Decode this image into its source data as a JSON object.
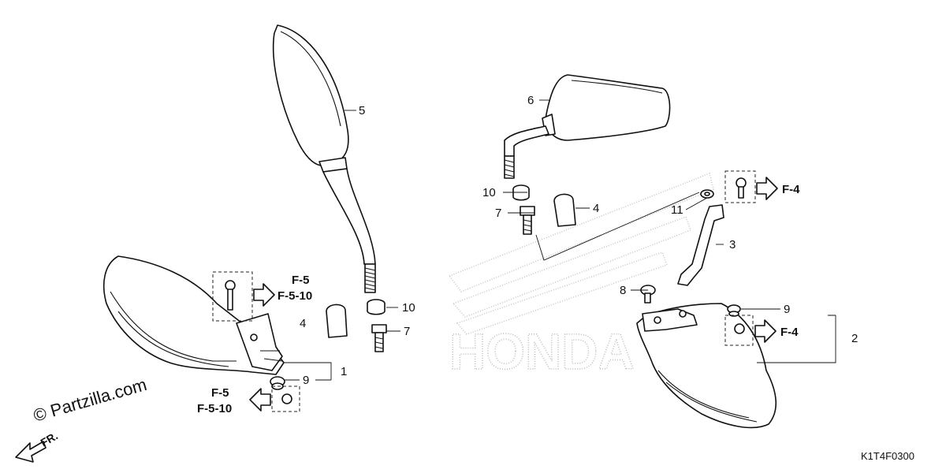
{
  "callouts": {
    "n1": "1",
    "n2": "2",
    "n3": "3",
    "n4a": "4",
    "n4b": "4",
    "n5": "5",
    "n6": "6",
    "n7a": "7",
    "n7b": "7",
    "n8": "8",
    "n9a": "9",
    "n9b": "9",
    "n10a": "10",
    "n10b": "10",
    "n11": "11"
  },
  "references": {
    "left_upper": [
      "F-5",
      "F-5-10"
    ],
    "left_lower": [
      "F-5",
      "F-5-10"
    ],
    "right_upper": "F-4",
    "right_lower": "F-4"
  },
  "watermark": "HONDA",
  "copyright": "© Partzilla.com",
  "direction_label": "FR.",
  "diagram_code": "K1T4F0300",
  "colors": {
    "line": "#111111",
    "watermark": "#bcbcbc",
    "background": "#ffffff"
  }
}
